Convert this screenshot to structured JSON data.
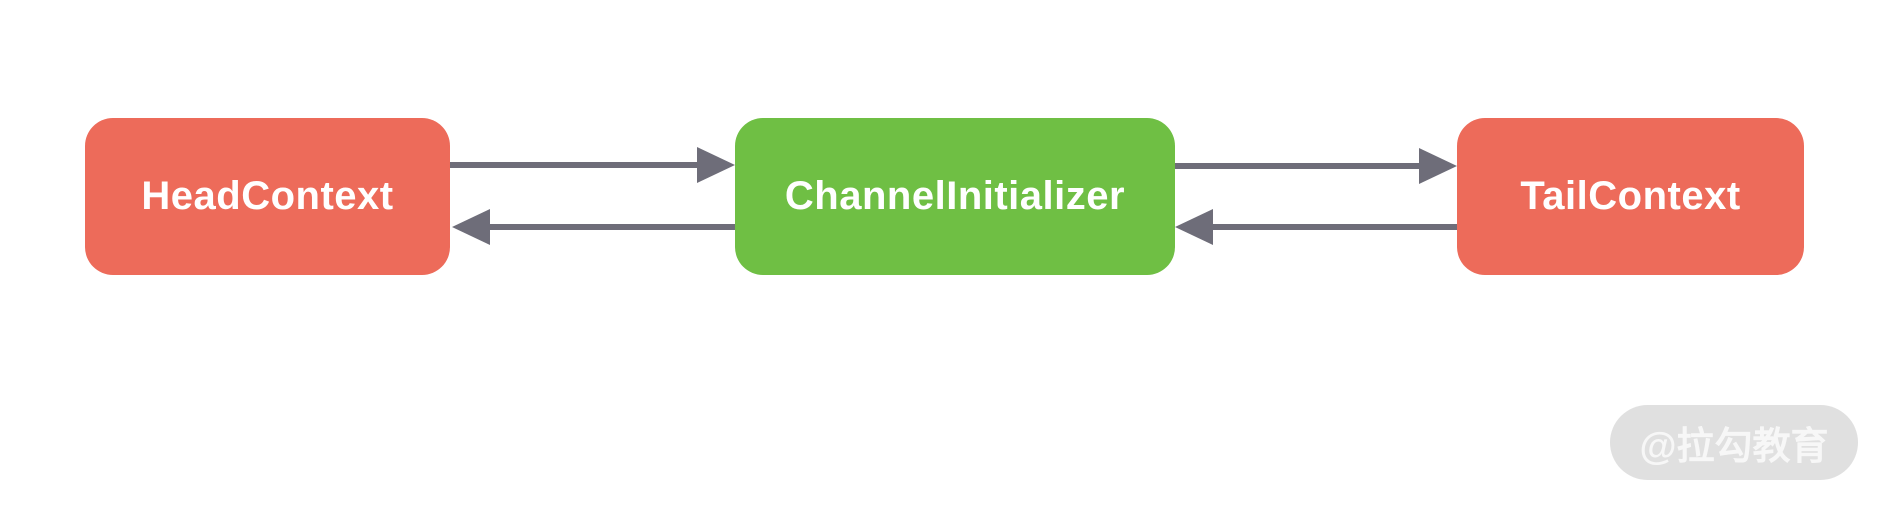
{
  "diagram": {
    "background_color": "#ffffff",
    "arrow_color": "#6E6D79",
    "nodes": [
      {
        "id": "head-context",
        "label": "HeadContext",
        "fill_color": "#ED6B5A",
        "text_color": "#FFFFFF"
      },
      {
        "id": "channel-initializer",
        "label": "ChannelInitializer",
        "fill_color": "#6FBF44",
        "text_color": "#FFFFFF"
      },
      {
        "id": "tail-context",
        "label": "TailContext",
        "fill_color": "#ED6B5A",
        "text_color": "#FFFFFF"
      }
    ],
    "edges": [
      {
        "from": "HeadContext",
        "to": "ChannelInitializer",
        "direction": "right",
        "row": "top"
      },
      {
        "from": "ChannelInitializer",
        "to": "HeadContext",
        "direction": "left",
        "row": "bottom"
      },
      {
        "from": "ChannelInitializer",
        "to": "TailContext",
        "direction": "right",
        "row": "top"
      },
      {
        "from": "TailContext",
        "to": "ChannelInitializer",
        "direction": "left",
        "row": "bottom"
      }
    ]
  },
  "watermark": {
    "label": "@拉勾教育",
    "background_color": "#E0E0E0",
    "text_color": "#FAFAFA"
  }
}
